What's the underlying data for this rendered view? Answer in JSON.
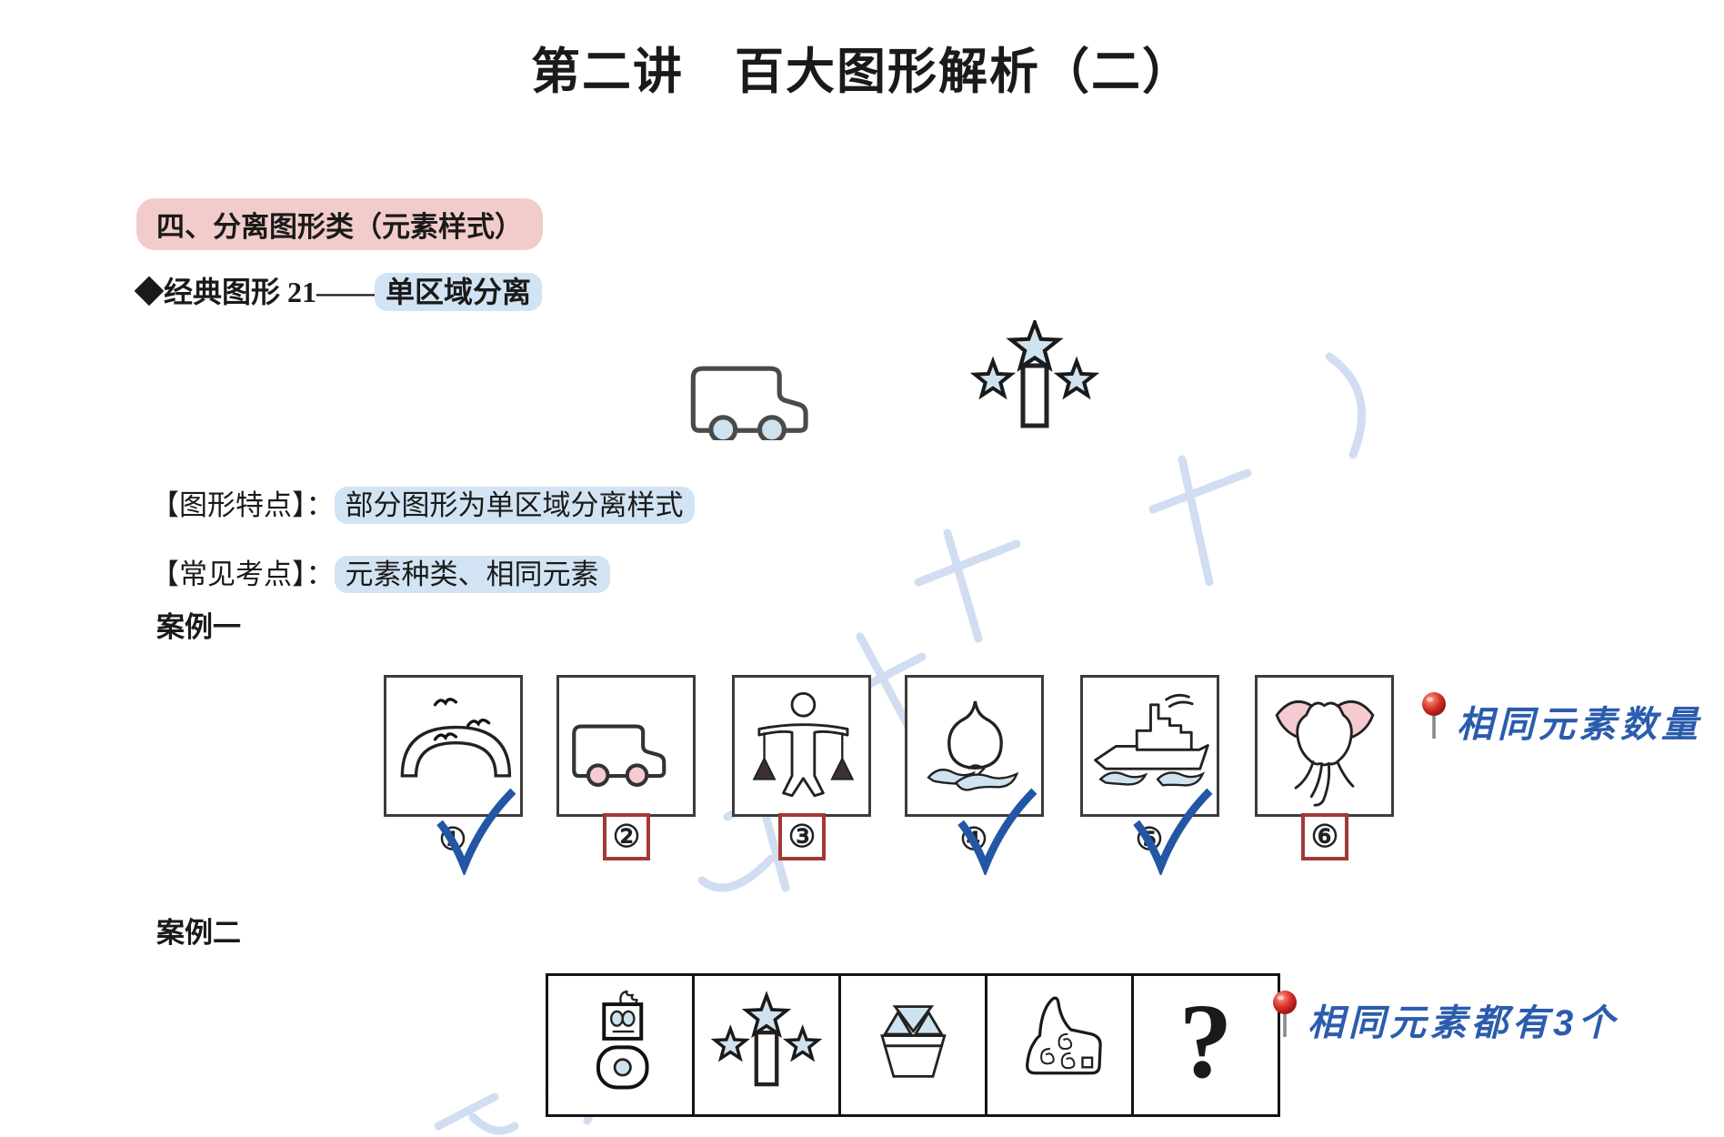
{
  "header": {
    "title": "第二讲　百大图形解析（二）"
  },
  "section": {
    "heading": "四、分离图形类（元素样式）",
    "classic_prefix": "◆经典图形 21——",
    "classic_highlight": "单区域分离",
    "example_figures": [
      "delivery-van",
      "three-stars-around-wand"
    ]
  },
  "traits": {
    "label": "【图形特点】：",
    "value": "部分图形为单区域分离样式"
  },
  "points": {
    "label": "【常见考点】：",
    "value": "元素种类、相同元素"
  },
  "case1": {
    "title": "案例一",
    "annotation": "相同元素数量",
    "items": [
      {
        "num": "①",
        "figure": "bridge-with-birds",
        "mark": "check"
      },
      {
        "num": "②",
        "figure": "van",
        "mark": "red-box"
      },
      {
        "num": "③",
        "figure": "figure-with-scales",
        "mark": "red-box"
      },
      {
        "num": "④",
        "figure": "peach-on-waves",
        "mark": "check"
      },
      {
        "num": "⑤",
        "figure": "ship",
        "mark": "check"
      },
      {
        "num": "⑥",
        "figure": "elephant-head",
        "mark": "red-box"
      }
    ]
  },
  "case2": {
    "title": "案例二",
    "annotation": "相同元素都有3个",
    "cells": [
      "snowman-robot",
      "three-stars-around-wand",
      "basket-with-triangles",
      "boot-with-swirls",
      "question-mark"
    ],
    "question_mark": "?"
  },
  "colors": {
    "pink_highlight": "#f2cccb",
    "blue_highlight": "#d2e4f3",
    "red_box": "#a23937",
    "check_blue": "#2357a5",
    "handwriting_blue": "#2b5cad",
    "pin_red": "#d8302a",
    "figure_fill_blue": "#cfe2ef",
    "figure_fill_pink": "#f4cbd0"
  }
}
